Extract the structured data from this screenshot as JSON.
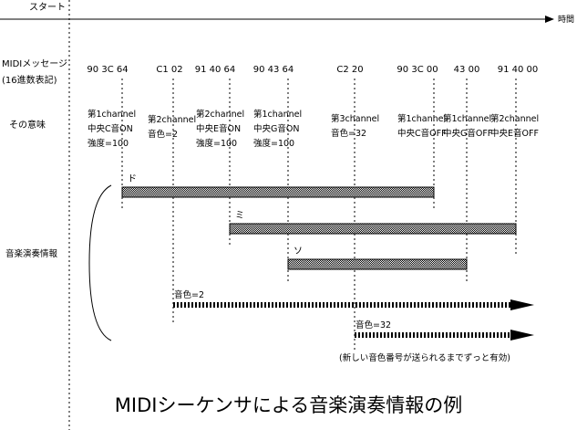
{
  "start_label": "スタート",
  "time_label": "時間",
  "row_labels": {
    "message": "MIDIメッセージ",
    "message_sub": "(16進数表記)",
    "meaning": "その意味",
    "performance": "音楽演奏情報"
  },
  "messages": [
    "90 3C 64",
    "C1 02",
    "91 40 64",
    "90 43 64",
    "C2 20",
    "90 3C 00",
    "43 00",
    "91 40 00"
  ],
  "meanings": [
    [
      "第1channel",
      "中央C音ON",
      "強度=100"
    ],
    [
      "第2channel",
      "音色=2"
    ],
    [
      "第2channel",
      "中央E音ON",
      "強度=100"
    ],
    [
      "第1channel",
      "中央G音ON",
      "強度=100"
    ],
    [
      "第3channel",
      "音色=32"
    ],
    [
      "第1channel",
      "中央C音OFF"
    ],
    [
      "第1channel",
      "中央G音OFF"
    ],
    [
      "第2channel",
      "中央E音OFF"
    ]
  ],
  "notes": [
    {
      "label": "ド",
      "on_event": 0,
      "off_event": 5
    },
    {
      "label": "ミ",
      "on_event": 2,
      "off_event": 7
    },
    {
      "label": "ソ",
      "on_event": 3,
      "off_event": 6
    }
  ],
  "programs": [
    {
      "label": "音色=2",
      "event": 1
    },
    {
      "label": "音色=32",
      "event": 4
    }
  ],
  "program_note": "(新しい音色番号が送られるまでずっと有効)",
  "caption": "MIDIシーケンサによる音楽演奏情報の例"
}
